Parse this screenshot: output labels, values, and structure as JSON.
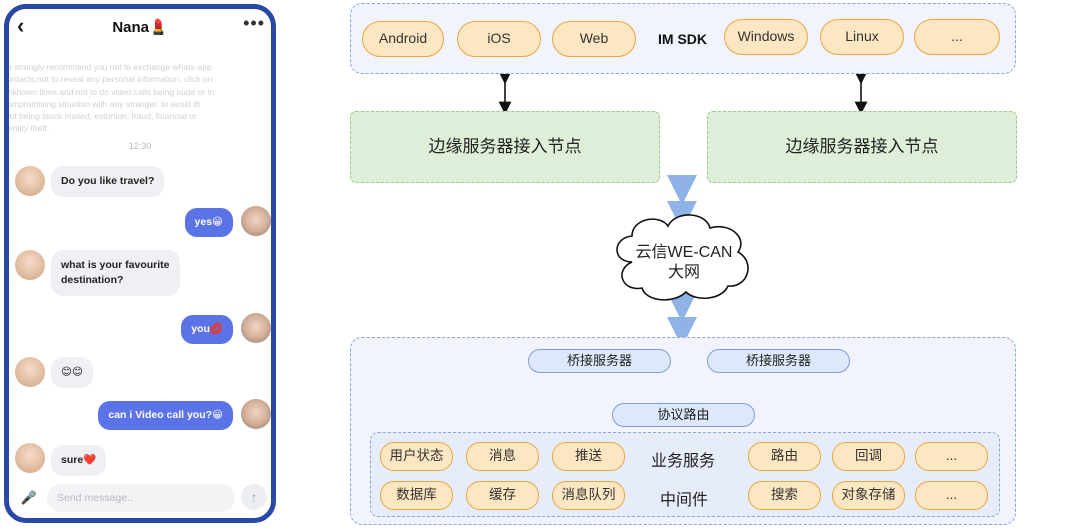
{
  "chat": {
    "name": "Nana",
    "warning": "ve strongly recommend you not to exchange whats-app\ncontacts,not to reveal any personal information, click on\nunknown lines and not to do video calls being nude or in\ncompromising situation with any stranger, to avoid th\nk of being black mailed, extortion, fraud, financial or\ndentity theft.",
    "time": "12:30",
    "messages": [
      {
        "dir": "in",
        "text": "Do you like travel?"
      },
      {
        "dir": "out",
        "text": "yes😀"
      },
      {
        "dir": "in",
        "text": "what is your favourite\ndestination?"
      },
      {
        "dir": "out",
        "text": "you💋"
      },
      {
        "dir": "in",
        "text": "😊😊"
      },
      {
        "dir": "out",
        "text": "can i Video call you?😀"
      },
      {
        "dir": "in",
        "text": "sure❤️"
      }
    ],
    "input_placeholder": "Send message.."
  },
  "diagram": {
    "sdk_platforms": [
      "Android",
      "iOS",
      "Web",
      "Windows",
      "Linux",
      "..."
    ],
    "sdk_label": "IM SDK",
    "edge_nodes": [
      "边缘服务器接入节点",
      "边缘服务器接入节点"
    ],
    "cloud_line1": "云信WE-CAN",
    "cloud_line2": "大网",
    "bridges": [
      "桥接服务器",
      "桥接服务器"
    ],
    "protocol_router": "协议路由",
    "business_row": [
      "用户状态",
      "消息",
      "推送",
      "路由",
      "回调",
      "..."
    ],
    "business_label": "业务服务",
    "middleware_row": [
      "数据库",
      "缓存",
      "消息队列",
      "搜索",
      "对象存储",
      "..."
    ],
    "middleware_label": "中间件"
  },
  "colors": {
    "phone_border": "#2a48a8",
    "bubble_out": "#5a73e6",
    "pill_fill": "#fde6c2",
    "pill_border": "#eaa640",
    "edge_fill": "#dfeed8",
    "panel_fill": "#f1f4fd"
  }
}
